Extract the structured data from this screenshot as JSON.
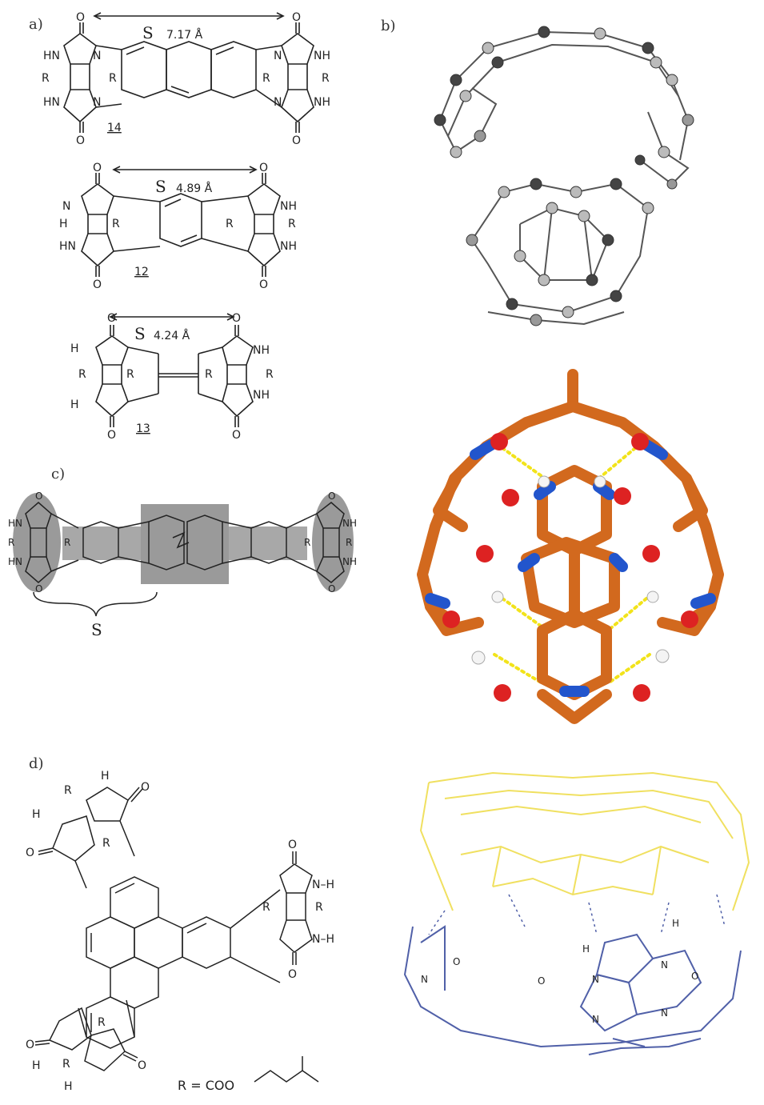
{
  "panel_labels": {
    "a": "a)",
    "b": "b)",
    "c": "c)",
    "d": "d)"
  },
  "molecules": {
    "m14": {
      "number": "14",
      "s": "S",
      "distance": "7.17 Å"
    },
    "m12": {
      "number": "12",
      "s": "S",
      "distance": "4.89 Å"
    },
    "m13": {
      "number": "13",
      "s": "S",
      "distance": "4.24 Å"
    }
  },
  "atoms": {
    "N": "N",
    "HN": "HN",
    "NH": "NH",
    "R": "R",
    "H": "H",
    "O": "O",
    "N_H": "N–H"
  },
  "panel_c": {
    "s": "S"
  },
  "r_definition": "R = COO",
  "colors": {
    "carbon": "#d2691e",
    "nitrogen": "#2255cc",
    "oxygen": "#dd2222",
    "hydrogen": "#f4f4f4",
    "hbond": "#f2e31a",
    "wire_yellow": "#f0e060",
    "wire_blue": "#5060a8",
    "shade": "#9a9a9a"
  }
}
